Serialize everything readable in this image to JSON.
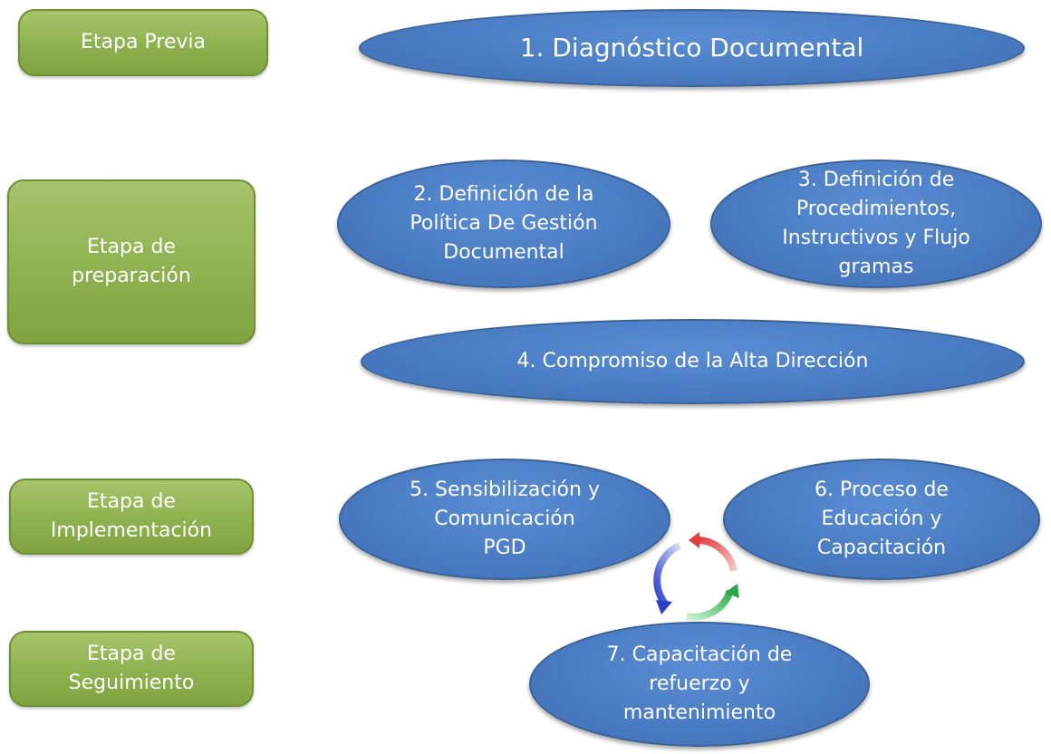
{
  "stages": [
    {
      "label": "Etapa Previa"
    },
    {
      "label": "Etapa de\npreparación"
    },
    {
      "label": "Etapa de\nImplementación"
    },
    {
      "label": "Etapa de\nSeguimiento"
    }
  ],
  "steps": [
    {
      "label": "1. Diagnóstico  Documental"
    },
    {
      "label": "2. Definición de la\nPolítica De Gestión\nDocumental"
    },
    {
      "label": "3. Definición de\nProcedimientos,\nInstructivos y Flujo\ngramas"
    },
    {
      "label": "4. Compromiso de la Alta Dirección"
    },
    {
      "label": "5. Sensibilización y\nComunicación\nPGD"
    },
    {
      "label": "6. Proceso de\nEducación y\nCapacitación"
    },
    {
      "label": "7. Capacitación de\nrefuerzo y\nmantenimiento"
    }
  ],
  "colors": {
    "stage_fill": "#8eb24f",
    "oval_fill": "#4a7cc3",
    "cycle_arrows": [
      "#e23b3b",
      "#2aa84a",
      "#2b3fc9"
    ]
  }
}
